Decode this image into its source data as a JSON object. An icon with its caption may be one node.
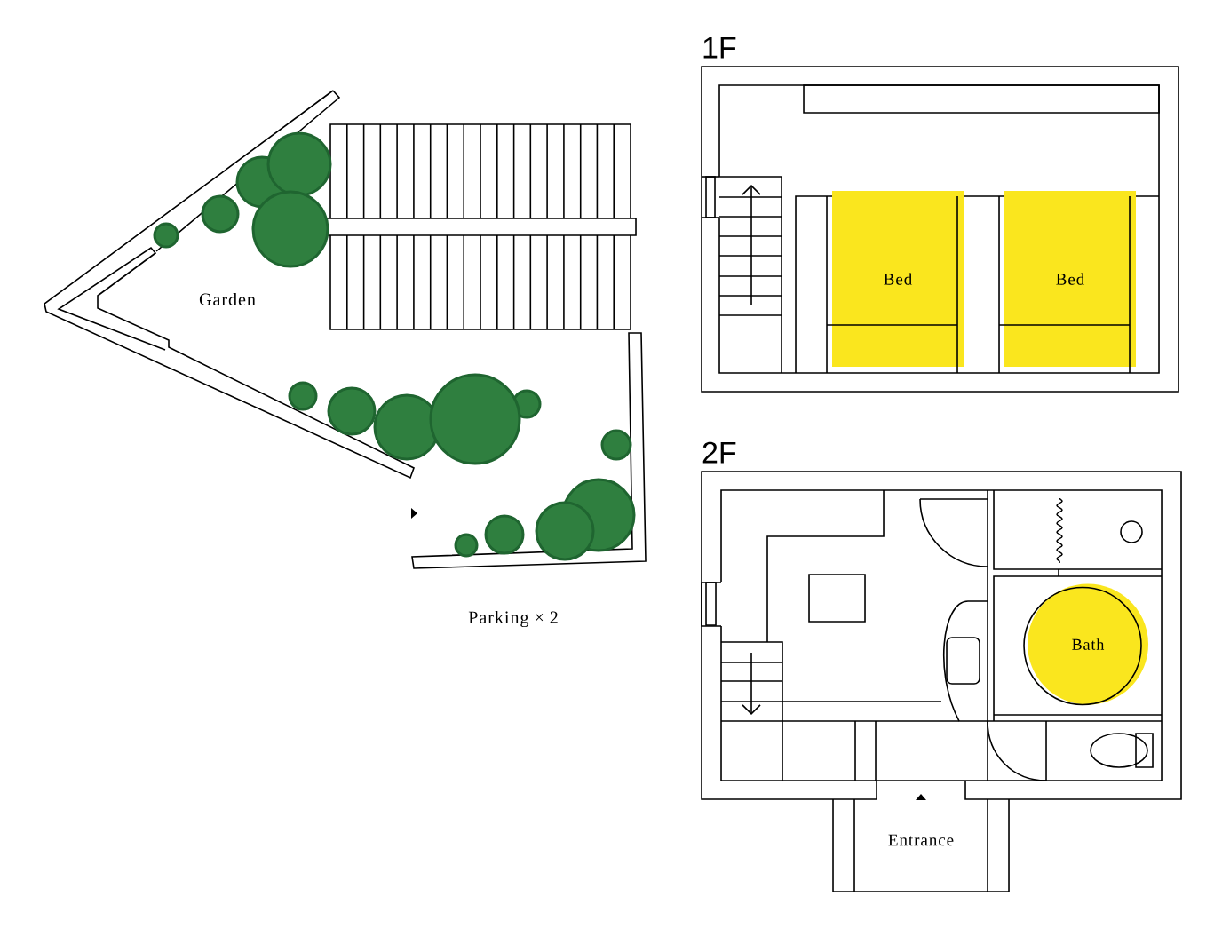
{
  "diagram": {
    "nodes": [
      {
        "text": [
          "1F"
        ]
      },
      {
        "text": [
          "Bed"
        ],
        "in": 0
      },
      {
        "text": [
          "Bed"
        ],
        "in": 0
      },
      {
        "text": [
          "2F"
        ]
      },
      {
        "text": [
          "Bath"
        ],
        "in": 3
      },
      {
        "text": [
          "Entrance"
        ]
      }
    ],
    "labels": [
      "Garden",
      "Parking × 2"
    ]
  }
}
